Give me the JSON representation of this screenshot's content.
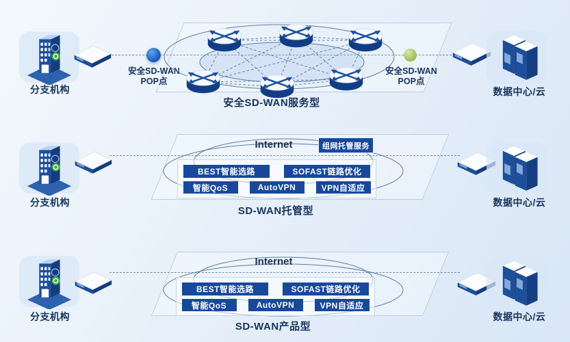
{
  "labels": {
    "branch": "分支机构",
    "datacenter": "数据中心/云",
    "internet": "Internet",
    "badge": "组网托管服务",
    "pop_line1": "安全SD-WAN",
    "pop_line2": "POP点"
  },
  "sections": [
    {
      "title": "安全SD-WAN服务型"
    },
    {
      "title": "SD-WAN托管型"
    },
    {
      "title": "SD-WAN产品型"
    }
  ],
  "features": {
    "row1": [
      "BEST智能选路",
      "SOFAST链路优化"
    ],
    "row2": [
      "智能QoS",
      "AutoVPN",
      "VPN自适应"
    ]
  },
  "colors": {
    "feature_box_navy": "#17489b",
    "pop_dot_blue": "#1e63c8",
    "pop_dot_green": "#9cc053",
    "text_navy": "#16335f",
    "device_blue": "#1d4e9c"
  }
}
